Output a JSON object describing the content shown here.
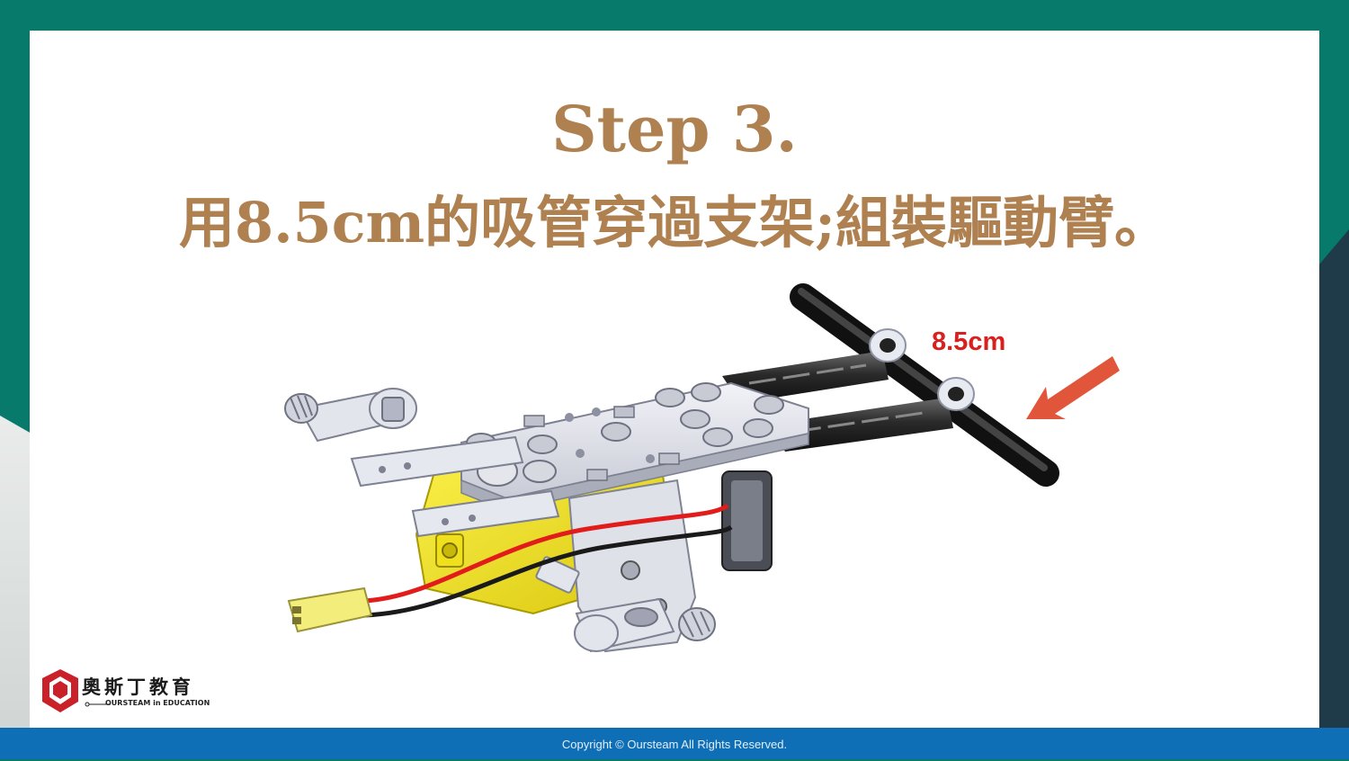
{
  "slide": {
    "title_line1": "Step 3.",
    "title_line2": "用8.5cm的吸管穿過支架;組裝驅動臂。",
    "annotation": "8.5cm",
    "illustration_icon": "robot-arm-assembly-illustration",
    "arrow_icon": "red-arrow-icon"
  },
  "brand": {
    "name": "奧斯丁教育",
    "tagline": "OURSTEAM in EDUCATION",
    "logo_icon": "oursteam-logo-icon"
  },
  "footer": {
    "copyright": "Copyright © Oursteam All Rights Reserved."
  },
  "colors": {
    "teal_background": "#077a6b",
    "title_brown": "#b08150",
    "footer_blue": "#0e6fb7",
    "accent_red": "#d8201e",
    "arrow_orange": "#e1553b",
    "motor_yellow": "#f5e61c",
    "dark_navy": "#1f3a48"
  }
}
